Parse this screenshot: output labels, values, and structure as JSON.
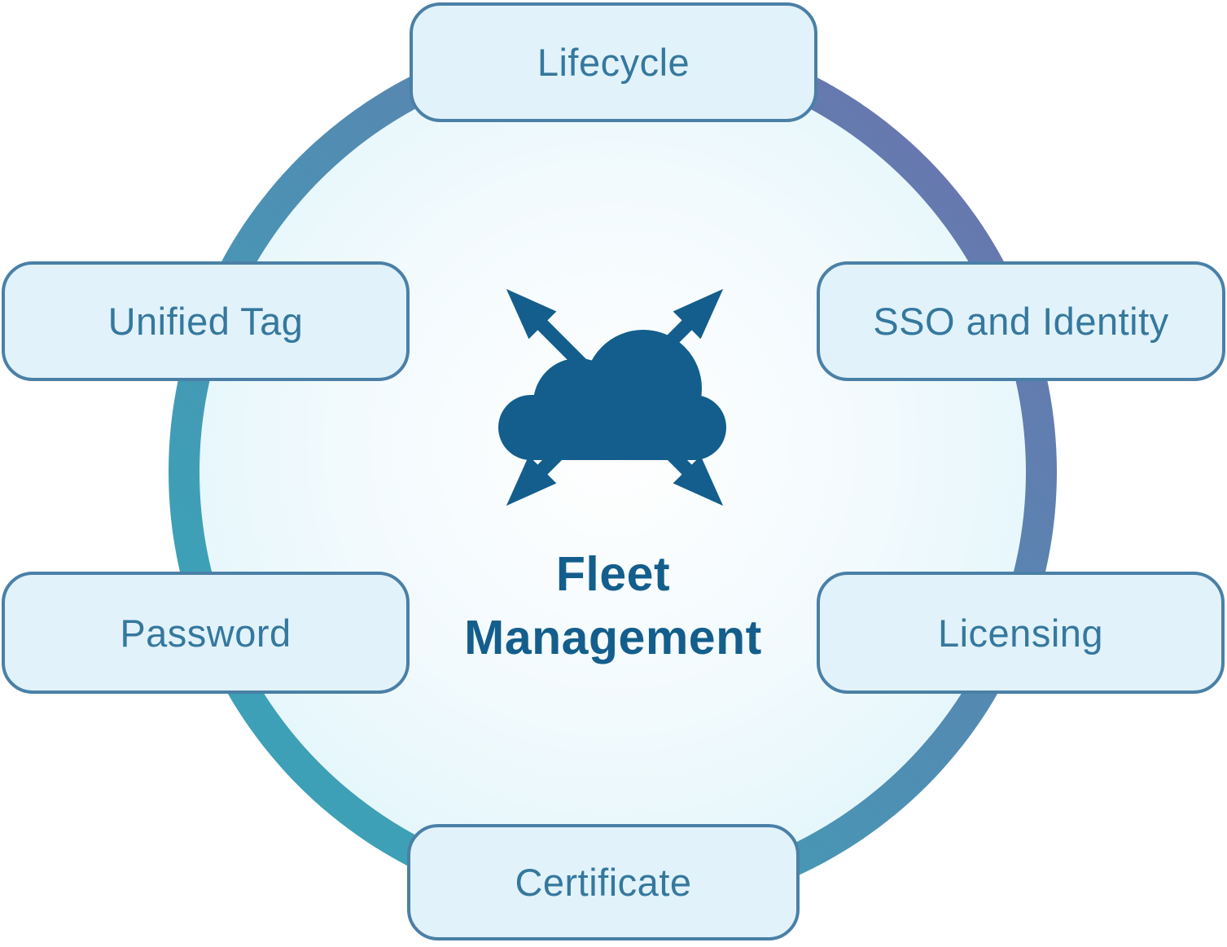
{
  "diagram": {
    "center": {
      "title_line1": "Fleet",
      "title_line2": "Management",
      "icon": "cloud-with-outward-arrows"
    },
    "nodes": [
      {
        "id": "lifecycle",
        "label": "Lifecycle",
        "position": "top"
      },
      {
        "id": "unified-tag",
        "label": "Unified Tag",
        "position": "left-upper"
      },
      {
        "id": "sso-identity",
        "label": "SSO and Identity",
        "position": "right-upper"
      },
      {
        "id": "password",
        "label": "Password",
        "position": "left-lower"
      },
      {
        "id": "licensing",
        "label": "Licensing",
        "position": "right-lower"
      },
      {
        "id": "certificate",
        "label": "Certificate",
        "position": "bottom"
      }
    ],
    "colors": {
      "node_fill": "#e1f2fa",
      "node_border": "#4a80a7",
      "node_text": "#35789e",
      "center_text": "#135e8c",
      "icon": "#135e8c",
      "ring_teal": "#3da0b6",
      "ring_purple": "#6b74ae",
      "circle_fill_center": "#ffffff",
      "circle_fill_edge": "#d9f3fa"
    }
  }
}
